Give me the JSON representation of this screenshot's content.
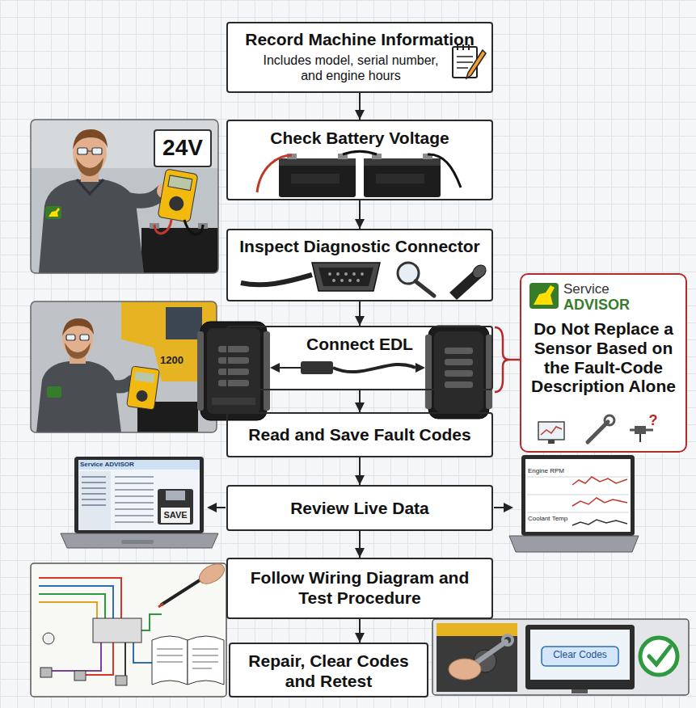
{
  "diagram": {
    "nodes": [
      {
        "text": [
          "Record Machine Information",
          "Includes model, serial number, and engine hours"
        ]
      },
      {
        "text": [
          "24V"
        ]
      },
      {
        "text": [
          "Check Battery Voltage"
        ]
      },
      {
        "text": [
          "Inspect Diagnostic Connector"
        ]
      },
      {
        "text": [
          "Service",
          "ADVISOR",
          "Do Not Replace a Sensor Based on the Fault-Code Description Alone"
        ]
      },
      {
        "text": [
          "Connect EDL"
        ]
      },
      {
        "text": [
          "Read and Save Fault Codes"
        ]
      },
      {
        "text": [
          "Review Live Data"
        ]
      },
      {
        "text": [
          "Follow Wiring Diagram and Test Procedure"
        ]
      },
      {
        "text": [
          "Repair, Clear Codes and Retest"
        ]
      }
    ],
    "edges": [
      {
        "from": 0,
        "to": 2,
        "arrow": "to"
      },
      {
        "from": 2,
        "to": 3,
        "arrow": "to"
      },
      {
        "from": 3,
        "to": 5,
        "arrow": "to"
      },
      {
        "from": 5,
        "to": 6,
        "arrow": "to"
      },
      {
        "from": 6,
        "to": 7,
        "arrow": "to"
      },
      {
        "from": 7,
        "to": 8,
        "arrow": "to"
      },
      {
        "from": 8,
        "to": 9,
        "arrow": "to"
      }
    ],
    "labels": [
      "1200",
      "?",
      "Service ADVISOR",
      "Engine RPM",
      "SAVE",
      "Coolant Temp",
      "Clear Codes"
    ]
  }
}
